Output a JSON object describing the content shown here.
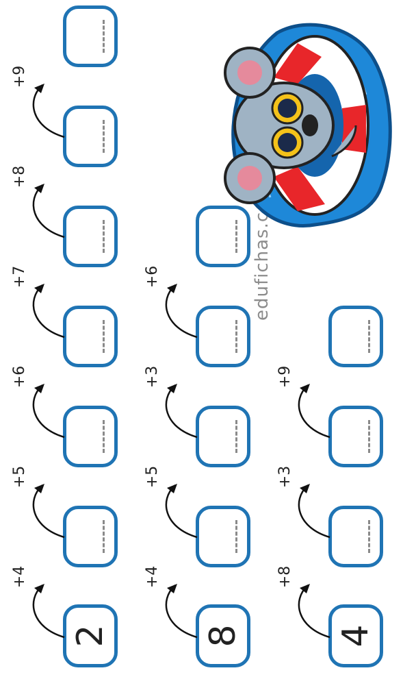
{
  "worksheet": {
    "rows": [
      {
        "start": "2",
        "ops": [
          "+4",
          "+5",
          "+6",
          "+7",
          "+8",
          "+9"
        ]
      },
      {
        "start": "8",
        "ops": [
          "+4",
          "+5",
          "+3",
          "+6"
        ]
      },
      {
        "start": "4",
        "ops": [
          "+8",
          "+3",
          "+9"
        ]
      }
    ]
  },
  "footer": {
    "site": "edufichas.com"
  },
  "illustration": {
    "icon": "koala-swim-ring-icon"
  },
  "colors": {
    "box_border": "#1f74b4",
    "water": "#1e88d8",
    "ring_red": "#e8262a"
  }
}
